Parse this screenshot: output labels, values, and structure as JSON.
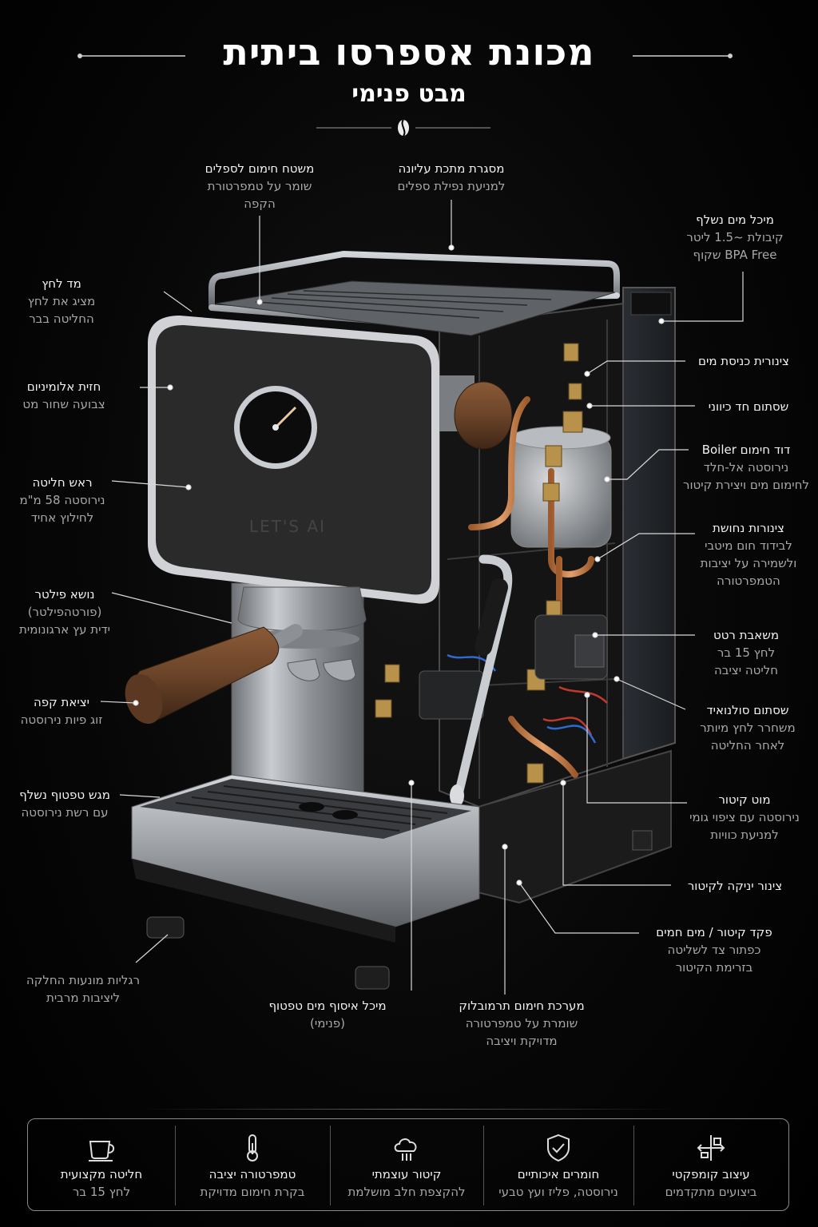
{
  "header": {
    "title": "מכונת אספרסו ביתית",
    "subtitle": "מבט פנימי"
  },
  "machine": {
    "brand": "LET'S AI"
  },
  "callouts": {
    "cup_warmer": {
      "title": "משטח חימום לספלים",
      "lines": [
        "שומר על טמפרטורת",
        "הקפה"
      ]
    },
    "top_rail": {
      "title": "מסגרת מתכת עליונה",
      "lines": [
        "למניעת נפילת ספלים"
      ]
    },
    "water_tank": {
      "title": "מיכל מים נשלף",
      "lines": [
        "קיבולת ~1.5 ליטר",
        "BPA Free שקוף"
      ]
    },
    "pressure_gauge": {
      "title": "מד לחץ",
      "lines": [
        "מציג את לחץ",
        "החליטה בבר"
      ]
    },
    "front_panel": {
      "title": "חזית אלומיניום",
      "lines": [
        "צבועה שחור מט"
      ]
    },
    "group_head": {
      "title": "ראש חליטה",
      "lines": [
        "נירוסטה 58 מ\"מ",
        "לחילוץ אחיד"
      ]
    },
    "portafilter": {
      "title": "נושא פילטר",
      "lines": [
        "(פורטהפילטר)",
        "ידית עץ ארגונומית"
      ]
    },
    "spouts": {
      "title": "יציאת קפה",
      "lines": [
        "זוג פיות נירוסטה"
      ]
    },
    "drip_tray": {
      "title": "מגש טפטוף נשלף",
      "lines": [
        "עם רשת נירוסטה"
      ]
    },
    "feet": {
      "title": "רגליות מונעות החלקה",
      "lines": [
        "ליציבות מרבית"
      ]
    },
    "drip_container": {
      "title": "מיכל איסוף מים טפטוף",
      "lines": [
        "(פנימי)"
      ]
    },
    "thermoblock": {
      "title": "מערכת חימום תרמובלוק",
      "lines": [
        "שומרת על טמפרטורה",
        "מדויקת ויציבה"
      ]
    },
    "steam_knob": {
      "title": "פקד קיטור / מים חמים",
      "lines": [
        "כפתור צד לשליטה",
        "בזרימת הקיטור"
      ]
    },
    "intake_tube": {
      "title": "צינור יניקה לקיטור",
      "lines": []
    },
    "steam_wand": {
      "title": "מוט קיטור",
      "lines": [
        "נירוסטה עם ציפוי גומי",
        "למניעת כוויות"
      ]
    },
    "solenoid": {
      "title": "שסתום סולנואיד",
      "lines": [
        "משחרר לחץ מיותר",
        "לאחר החליטה"
      ]
    },
    "pump": {
      "title": "משאבת רטט",
      "lines": [
        "לחץ 15 בר",
        "חליטה יציבה"
      ]
    },
    "copper_pipes": {
      "title": "צינורות נחושת",
      "lines": [
        "לבידוד חום מיטבי",
        "ולשמירה על יציבות",
        "הטמפרטורה"
      ]
    },
    "boiler": {
      "title": "דוד חימום Boiler",
      "lines": [
        "נירוסטה אל-חלד",
        "לחימום מים ויצירת קיטור"
      ]
    },
    "check_valve": {
      "title": "שסתום חד כיווני",
      "lines": []
    },
    "inlet_pipe": {
      "title": "צינורית כניסת מים",
      "lines": []
    }
  },
  "features": [
    {
      "icon": "cup-icon",
      "title": "חליטה מקצועית",
      "sub": "לחץ 15 בר"
    },
    {
      "icon": "thermometer-icon",
      "title": "טמפרטורה יציבה",
      "sub": "בקרת חימום מדויקת"
    },
    {
      "icon": "steam-cloud-icon",
      "title": "קיטור עוצמתי",
      "sub": "להקצפת חלב מושלמת"
    },
    {
      "icon": "shield-check-icon",
      "title": "חומרים איכותיים",
      "sub": "נירוסטה, פליז ועץ טבעי"
    },
    {
      "icon": "compact-design-icon",
      "title": "עיצוב קומפקטי",
      "sub": "ביצועים מתקדמים"
    }
  ],
  "colors": {
    "background": "#000000",
    "text_primary": "#f2f2f2",
    "text_secondary": "#a8a8a8",
    "stainless": "#b9bcc0",
    "wood": "#6b4429",
    "copper": "#c87a45",
    "brass": "#b8924a"
  }
}
